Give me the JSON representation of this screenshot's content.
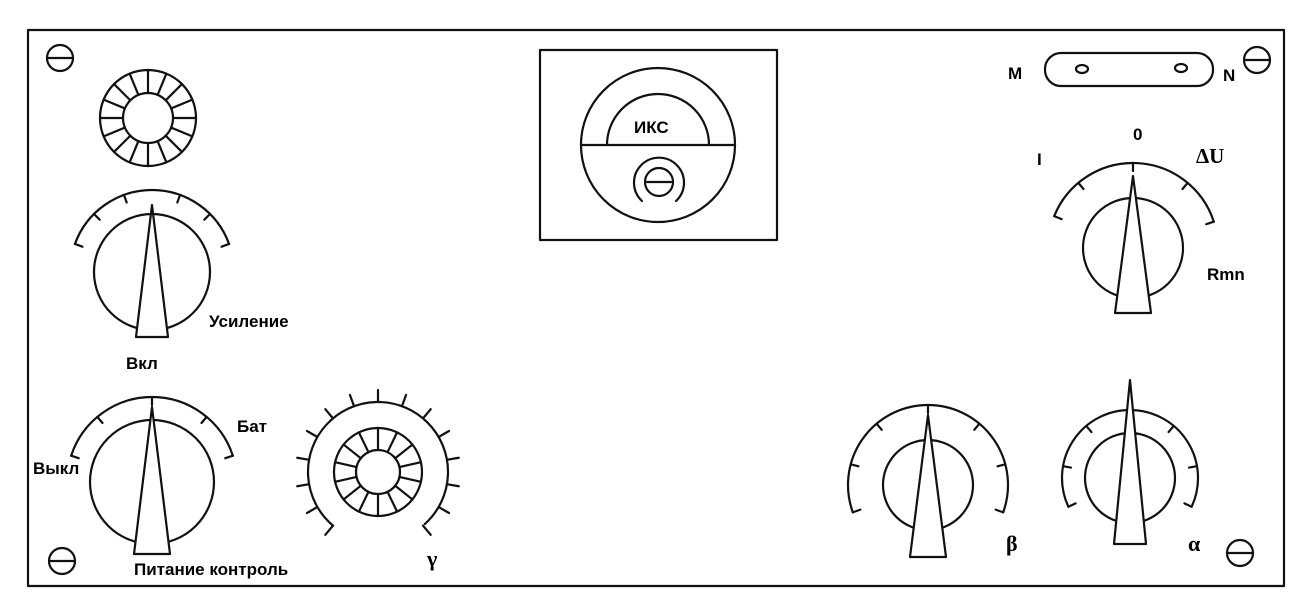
{
  "labels": {
    "iks": "ИКС",
    "m": "M",
    "n": "N",
    "i": "I",
    "zero": "0",
    "delta_u": "ΔU",
    "rmn": "Rmn",
    "usilenie": "Усиление",
    "vkl": "Вкл",
    "vykl": "Выкл",
    "bat": "Бат",
    "pitanie": "Питание контроль",
    "gamma": "γ",
    "beta": "β",
    "alpha": "α"
  },
  "colors": {
    "ink": "#111111",
    "background": "#ffffff"
  }
}
